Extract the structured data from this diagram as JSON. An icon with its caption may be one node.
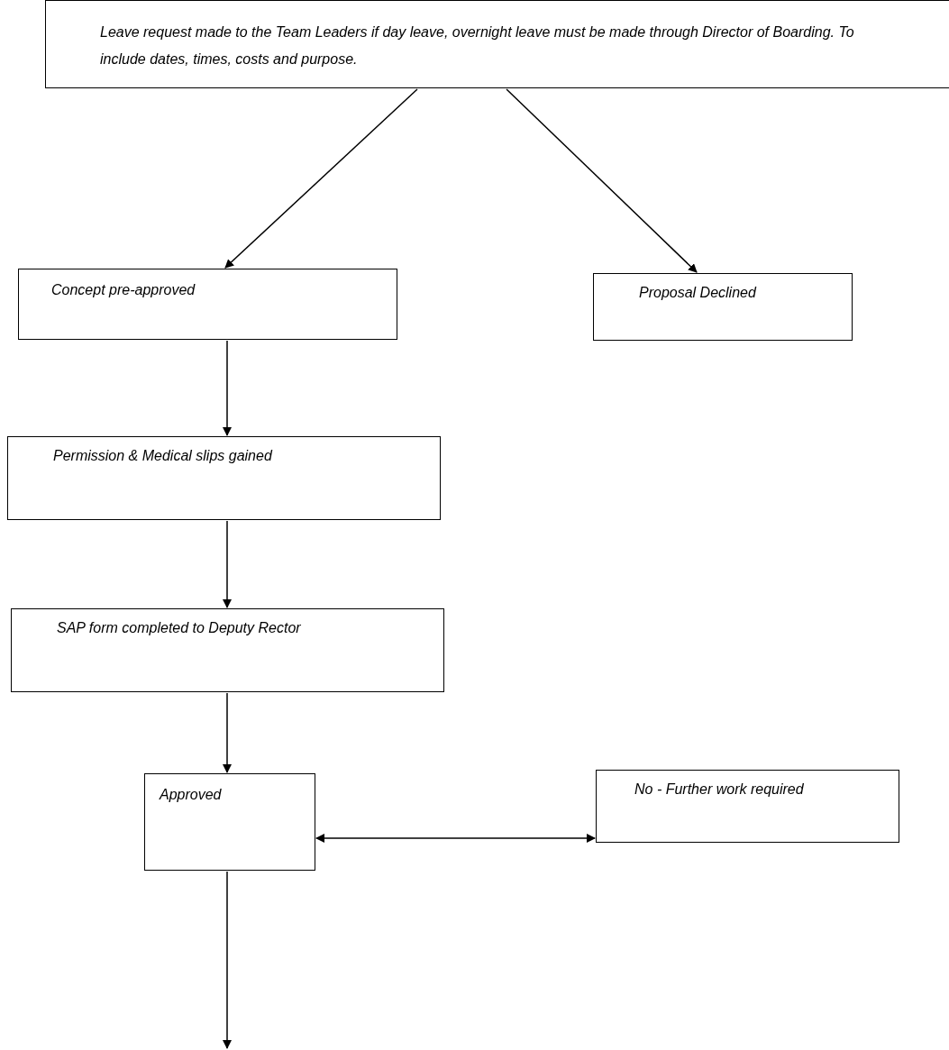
{
  "diagram": {
    "nodes": [
      {
        "text": [
          "Leave request made to the Team Leaders if day leave, overnight leave must be made through Director of Boarding. To include dates, times, costs and purpose."
        ]
      },
      {
        "text": [
          "Concept pre-approved"
        ]
      },
      {
        "text": [
          "Proposal Declined"
        ]
      },
      {
        "text": [
          "Permission & Medical slips gained"
        ]
      },
      {
        "text": [
          "SAP form completed to Deputy Rector"
        ]
      },
      {
        "text": [
          "Approved"
        ]
      },
      {
        "text": [
          "No - Further work required"
        ]
      }
    ],
    "edges": [
      {
        "from": 0,
        "to": 1,
        "arrow": "to"
      },
      {
        "from": 0,
        "to": 2,
        "arrow": "to"
      },
      {
        "from": 1,
        "to": 3,
        "arrow": "to"
      },
      {
        "from": 3,
        "to": 4,
        "arrow": "to"
      },
      {
        "from": 4,
        "to": 5,
        "arrow": "to"
      },
      {
        "from": 5,
        "to": 6,
        "arrow": "both"
      },
      {
        "from": 5,
        "to": null,
        "arrow": "to"
      }
    ]
  }
}
